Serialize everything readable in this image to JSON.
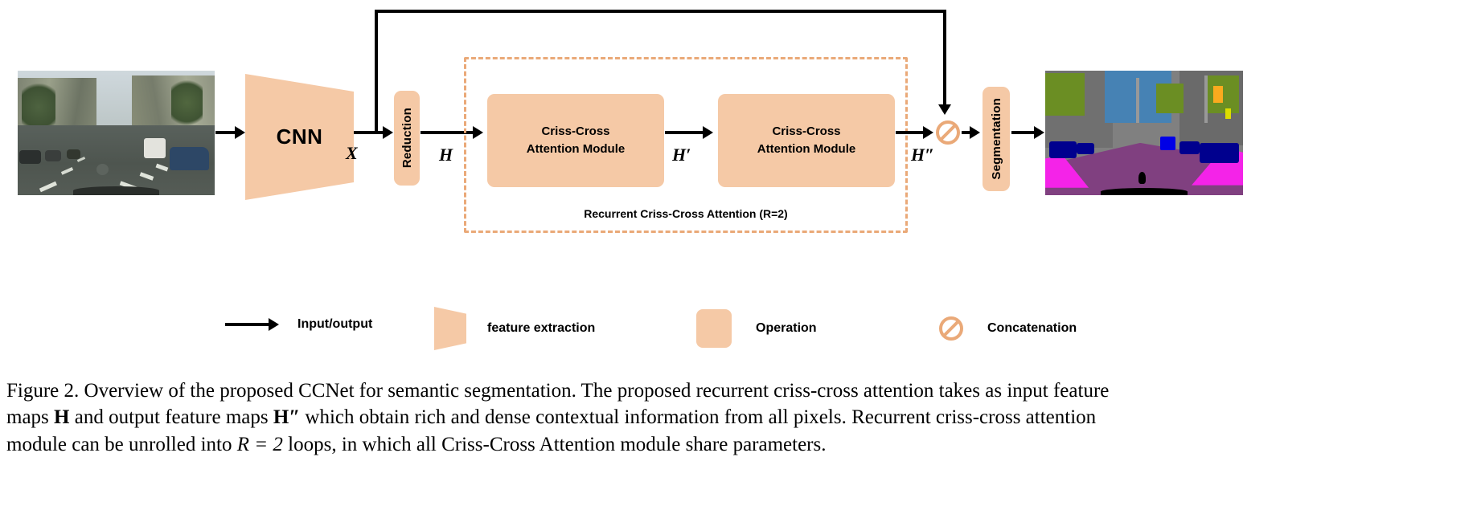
{
  "figure": {
    "diagram_title": "CCNet overview pipeline",
    "input_image": {
      "alt": "street scene input photo"
    },
    "output_image": {
      "alt": "semantic segmentation colour map output"
    },
    "blocks": {
      "cnn": "CNN",
      "reduction": "Reduction",
      "segmentation": "Segmentation",
      "ccam1": "Criss-Cross\nAttention Module",
      "ccam1_line1": "Criss-Cross",
      "ccam1_line2": "Attention Module",
      "ccam2_line1": "Criss-Cross",
      "ccam2_line2": "Attention Module"
    },
    "region_label": "Recurrent Criss-Cross Attention (R=2)",
    "tensor_labels": {
      "x": "X",
      "h": "H",
      "h_prime": "H′",
      "h_double_prime": "H″"
    },
    "concat_node": "concatenation-node"
  },
  "legend": {
    "items": [
      {
        "icon": "arrow-icon",
        "label": "Input/output"
      },
      {
        "icon": "trapezoid-icon",
        "label": "feature extraction"
      },
      {
        "icon": "rounded-rect-icon",
        "label": "Operation"
      },
      {
        "icon": "no-entry-circle-icon",
        "label": "Concatenation"
      }
    ]
  },
  "caption": {
    "prefix": "Figure 2.",
    "line1": "Figure 2. Overview of the proposed CCNet for semantic segmentation. The proposed recurrent criss-cross attention takes as input feature",
    "line2_a": "maps ",
    "line2_h": "H",
    "line2_b": " and output feature maps ",
    "line2_h2": "H″",
    "line2_c": " which obtain rich and dense contextual information from all pixels. Recurrent criss-cross attention",
    "line3_a": "module can be unrolled into ",
    "line3_r": "R = 2",
    "line3_b": " loops, in which all Criss-Cross Attention module share parameters.",
    "full_text": "Figure 2. Overview of the proposed CCNet for semantic segmentation. The proposed recurrent criss-cross attention takes as input feature maps H and output feature maps H″ which obtain rich and dense contextual information from all pixels. Recurrent criss-cross attention module can be unrolled into R = 2 loops, in which all Criss-Cross Attention module share parameters."
  },
  "colors": {
    "block_fill": "#f5c9a6",
    "dashed_border": "#eaa978",
    "arrow": "#000000",
    "background": "#ffffff"
  }
}
